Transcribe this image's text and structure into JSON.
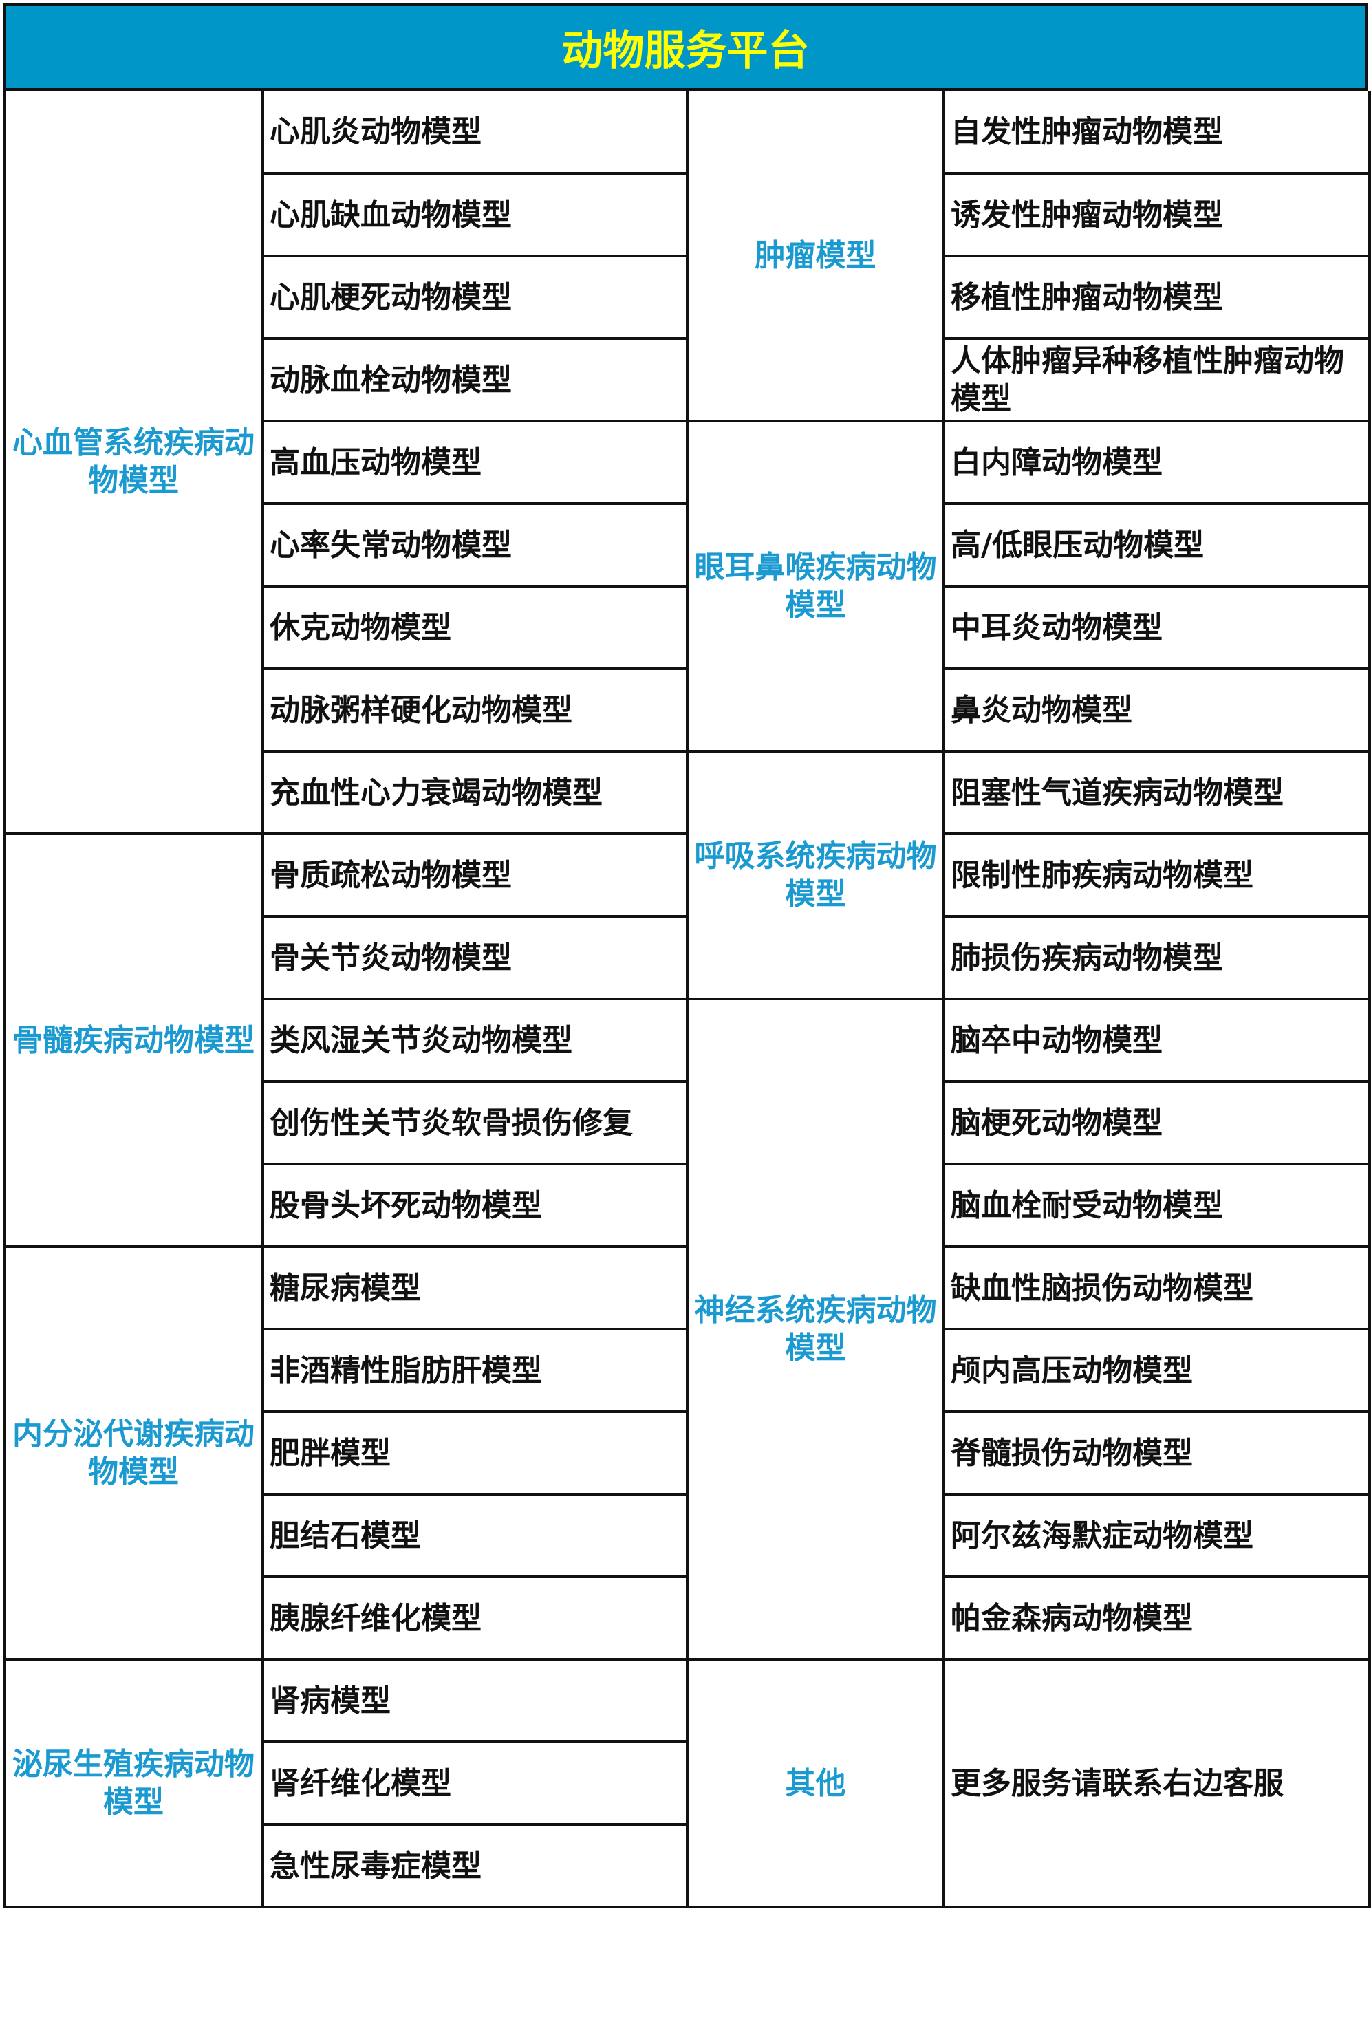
{
  "title": "动物服务平台",
  "colors": {
    "header_bg": "#0096c8",
    "title": "#ffff00",
    "category": "#1a9ad0",
    "item": "#111111"
  },
  "left": [
    {
      "category": "心血管系统疾病动物模型",
      "items": [
        "心肌炎动物模型",
        "心肌缺血动物模型",
        "心肌梗死动物模型",
        "动脉血栓动物模型",
        "高血压动物模型",
        "心率失常动物模型",
        "休克动物模型",
        "动脉粥样硬化动物模型",
        "充血性心力衰竭动物模型"
      ]
    },
    {
      "category": "骨髓疾病动物模型",
      "items": [
        "骨质疏松动物模型",
        "骨关节炎动物模型",
        "类风湿关节炎动物模型",
        "创伤性关节炎软骨损伤修复",
        "股骨头坏死动物模型"
      ]
    },
    {
      "category": "内分泌代谢疾病动物模型",
      "items": [
        "糖尿病模型",
        "非酒精性脂肪肝模型",
        "肥胖模型",
        "胆结石模型",
        "胰腺纤维化模型"
      ]
    },
    {
      "category": "泌尿生殖疾病动物模型",
      "items": [
        "肾病模型",
        "肾纤维化模型",
        "急性尿毒症模型"
      ]
    }
  ],
  "right": [
    {
      "category": "肿瘤模型",
      "items": [
        "自发性肿瘤动物模型",
        "诱发性肿瘤动物模型",
        "移植性肿瘤动物模型",
        "人体肿瘤异种移植性肿瘤动物模型"
      ]
    },
    {
      "category": "眼耳鼻喉疾病动物模型",
      "items": [
        "白内障动物模型",
        "高/低眼压动物模型",
        "中耳炎动物模型",
        "鼻炎动物模型"
      ]
    },
    {
      "category": "呼吸系统疾病动物模型",
      "items": [
        "阻塞性气道疾病动物模型",
        "限制性肺疾病动物模型",
        "肺损伤疾病动物模型"
      ]
    },
    {
      "category": "神经系统疾病动物模型",
      "items": [
        "脑卒中动物模型",
        "脑梗死动物模型",
        "脑血栓耐受动物模型",
        "缺血性脑损伤动物模型",
        "颅内高压动物模型",
        "脊髓损伤动物模型",
        "阿尔兹海默症动物模型",
        "帕金森病动物模型"
      ]
    },
    {
      "category": "其他",
      "items": [
        "更多服务请联系右边客服"
      ]
    }
  ]
}
